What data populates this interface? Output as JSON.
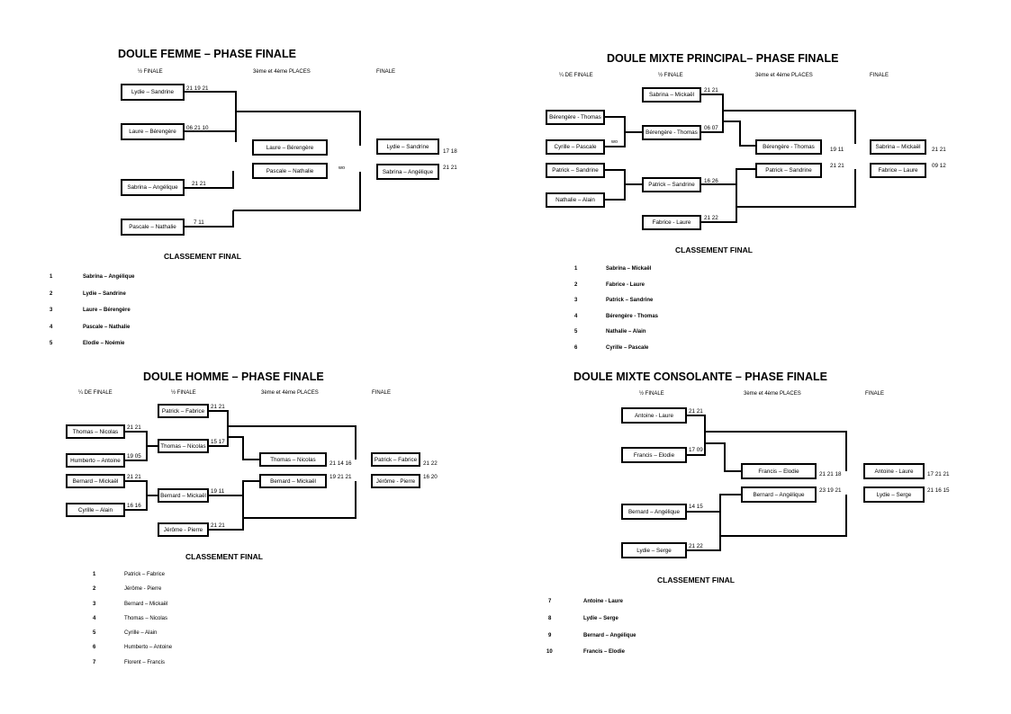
{
  "panels": {
    "femme": {
      "title": "DOULE FEMME – PHASE FINALE",
      "headers": {
        "semi": "½ FINALE",
        "third": "3ème et 4ème PLACES",
        "final": "FINALE"
      },
      "boxes": {
        "s1": "Lydie – Sandrine",
        "s2": "Laure – Bérengère",
        "s3": "Sabrina – Angélique",
        "s4": "Pascale – Nathalie",
        "t1": "Laure – Bérengère",
        "t2": "Pascale – Nathalie",
        "f1": "Lydie – Sandrine",
        "f2": "Sabrina – Angélique"
      },
      "scores": {
        "s1": "21 19 21",
        "s2": "06 21 10",
        "s3": "21 21",
        "s4": "7 11",
        "t": "wo",
        "f1": "17 18",
        "f2": "21 21"
      },
      "classement_title": "CLASSEMENT FINAL",
      "ranking": [
        {
          "rank": "1",
          "name": "Sabrina – Angélique"
        },
        {
          "rank": "2",
          "name": "Lydie – Sandrine"
        },
        {
          "rank": "3",
          "name": "Laure – Bérengère"
        },
        {
          "rank": "4",
          "name": "Pascale – Nathalie"
        },
        {
          "rank": "5",
          "name": "Elodie – Noémie"
        }
      ]
    },
    "mixte_principal": {
      "title": "DOULE MIXTE PRINCIPAL– PHASE FINALE",
      "headers": {
        "quarter": "¼ DE FINALE",
        "semi": "½ FINALE",
        "third": "3ème et 4ème PLACES",
        "final": "FINALE"
      },
      "boxes": {
        "q1": "Bérengère - Thomas",
        "q2": "Cyrille – Pascale",
        "q3": "Patrick – Sandrine",
        "q4": "Nathalie – Alain",
        "s1": "Sabrina – Mickaël",
        "s2": "Bérengère - Thomas",
        "s3": "Patrick – Sandrine",
        "s4": "Fabrice - Laure",
        "t1": "Bérengère - Thomas",
        "t2": "Patrick – Sandrine",
        "f1": "Sabrina – Mickaël",
        "f2": "Fabrice – Laure"
      },
      "scores": {
        "q": "wo",
        "s1": "21 21",
        "s2": "06 07",
        "s3": "16 26",
        "s4": "21 22",
        "t1": "19 11",
        "t2": "21 21",
        "f1": "21 21",
        "f2": "09 12"
      },
      "classement_title": "CLASSEMENT FINAL",
      "ranking": [
        {
          "rank": "1",
          "name": "Sabrina – Mickaël"
        },
        {
          "rank": "2",
          "name": "Fabrice - Laure"
        },
        {
          "rank": "3",
          "name": "Patrick – Sandrine"
        },
        {
          "rank": "4",
          "name": "Bérengère - Thomas"
        },
        {
          "rank": "5",
          "name": "Nathalie – Alain"
        },
        {
          "rank": "6",
          "name": "Cyrille – Pascale"
        }
      ]
    },
    "homme": {
      "title": "DOULE HOMME – PHASE FINALE",
      "headers": {
        "quarter": "¼ DE FINALE",
        "semi": "½ FINALE",
        "third": "3ème et 4ème PLACES",
        "final": "FINALE"
      },
      "boxes": {
        "q1": "Thomas – Nicolas",
        "q2": "Humberto – Antoine",
        "q3": "Bernard – Mickaël",
        "q4": "Cyrille – Alain",
        "s1": "Patrick – Fabrice",
        "s2": "Thomas – Nicolas",
        "s3": "Bernard – Mickaël",
        "s4": "Jérôme - Pierre",
        "t1": "Thomas – Nicolas",
        "t2": "Bernard – Mickaël",
        "f1": "Patrick – Fabrice",
        "f2": "Jérôme - Pierre"
      },
      "scores": {
        "q1": "21 21",
        "q2": "19 05",
        "q3": "21 21",
        "q4": "16 16",
        "s1": "21 21",
        "s2": "15 17",
        "s3": "19 11",
        "s4": "21 21",
        "t1": "21 14 16",
        "t2": "19 21 21",
        "f1": "21 22",
        "f2": "16 20"
      },
      "classement_title": "CLASSEMENT FINAL",
      "ranking": [
        {
          "rank": "1",
          "name": "Patrick – Fabrice"
        },
        {
          "rank": "2",
          "name": "Jérôme - Pierre"
        },
        {
          "rank": "3",
          "name": "Bernard – Mickaël"
        },
        {
          "rank": "4",
          "name": "Thomas – Nicolas"
        },
        {
          "rank": "5",
          "name": "Cyrille – Alain"
        },
        {
          "rank": "6",
          "name": "Humberto – Antoine"
        },
        {
          "rank": "7",
          "name": "Florent – Francis"
        }
      ]
    },
    "mixte_consolante": {
      "title": "DOULE MIXTE CONSOLANTE – PHASE FINALE",
      "headers": {
        "semi": "½ FINALE",
        "third": "3ème et 4ème PLACES",
        "final": "FINALE"
      },
      "boxes": {
        "s1": "Antoine - Laure",
        "s2": "Francis – Elodie",
        "s3": "Bernard – Angélique",
        "s4": "Lydie – Serge",
        "t1": "Francis – Elodie",
        "t2": "Bernard – Angélique",
        "f1": "Antoine - Laure",
        "f2": "Lydie – Serge"
      },
      "scores": {
        "s1": "21 21",
        "s2": "17 09",
        "s3": "14 15",
        "s4": "21 22",
        "t1": "21 21 18",
        "t2": "23 19 21",
        "f1": "17 21 21",
        "f2": "21 16 15"
      },
      "classement_title": "CLASSEMENT FINAL",
      "ranking": [
        {
          "rank": "7",
          "name": "Antoine - Laure"
        },
        {
          "rank": "8",
          "name": "Lydie – Serge"
        },
        {
          "rank": "9",
          "name": "Bernard – Angélique"
        },
        {
          "rank": "10",
          "name": "Francis – Elodie"
        }
      ]
    }
  }
}
